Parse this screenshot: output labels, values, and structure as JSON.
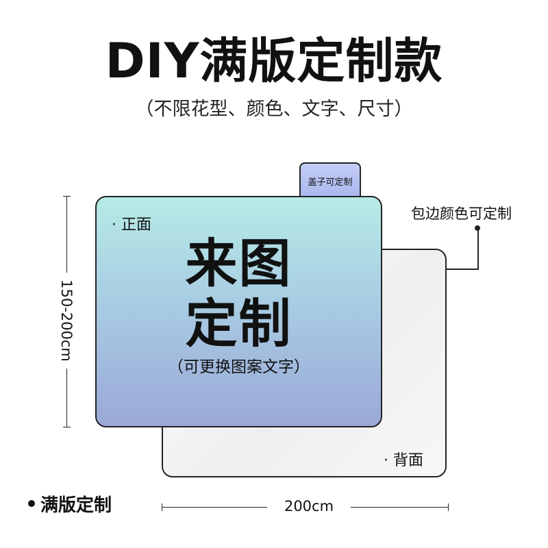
{
  "title": "DIY满版定制款",
  "subtitle": "（不限花型、颜色、文字、尺寸）",
  "lid_tab": {
    "label": "盖子可定制"
  },
  "front": {
    "label": "· 正面",
    "main_line1": "来图",
    "main_line2": "定制",
    "note": "（可更换图案文字）"
  },
  "back": {
    "label": "· 背面"
  },
  "edge_callout": {
    "label": "包边颜色可定制"
  },
  "dimensions": {
    "height": "150-200cm",
    "width": "200cm"
  },
  "bullet": {
    "label": "满版定制"
  },
  "colors": {
    "front_gradient_top": "#b6ebe6",
    "front_gradient_bottom": "#9aa8d8",
    "tab_color": "#aab6ee",
    "back_color": "#f4f4f4",
    "outline": "#222222"
  }
}
